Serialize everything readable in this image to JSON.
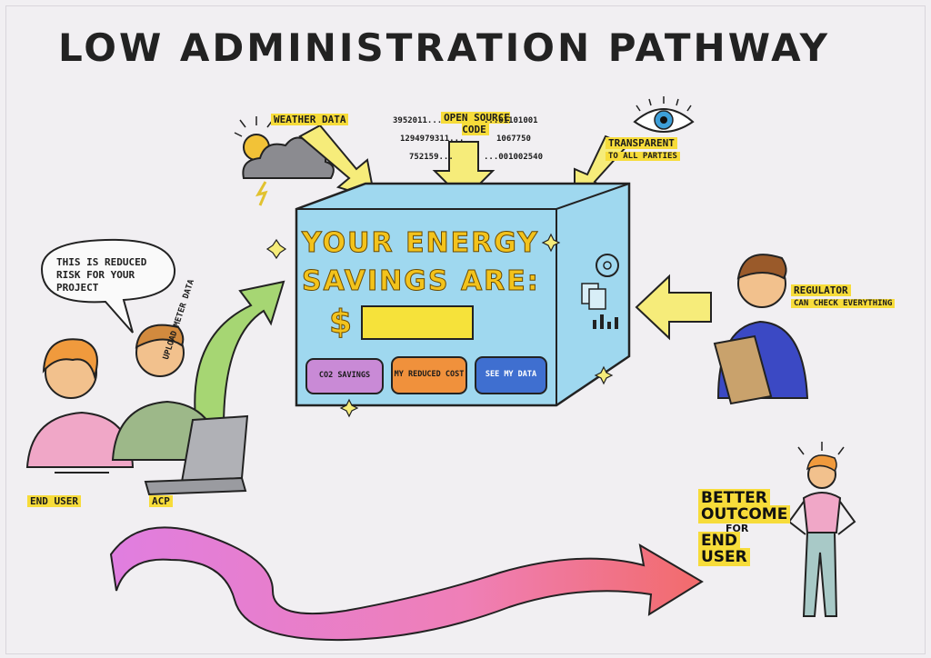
{
  "title": "LOW ADMINISTRATION PATHWAY",
  "inputs": {
    "weather": "WEATHER DATA",
    "open_source": "OPEN SOURCE CODE",
    "transparent_main": "TRANSPARENT",
    "transparent_sub": "TO ALL PARTIES"
  },
  "box": {
    "headline_1": "YOUR ENERGY",
    "headline_2": "SAVINGS ARE:",
    "currency": "$",
    "buttons": {
      "co2": "CO2 SAVINGS",
      "cost": "MY REDUCED COST",
      "data": "SEE MY DATA"
    }
  },
  "arrow_upload": "UPLOAD METER DATA",
  "speech_bubble": "THIS IS REDUCED RISK FOR YOUR PROJECT",
  "people": {
    "end_user": "END USER",
    "acp": "ACP",
    "regulator_main": "REGULATOR",
    "regulator_sub": "CAN CHECK EVERYTHING"
  },
  "outcome": {
    "line1": "BETTER",
    "line2": "OUTCOME",
    "line3": "FOR",
    "line4": "END",
    "line5": "USER"
  },
  "code_snippets": [
    "3952011...",
    "...01101001",
    "1294979311...",
    "1067750",
    "752159...",
    "...001002540"
  ],
  "colors": {
    "highlight": "#f7dc3a",
    "box": "#9fd8ef",
    "co2_button": "#c98ad6",
    "cost_button": "#f0913c",
    "data_button": "#3f6fd0",
    "green_arrow": "#a6d673",
    "yellow_arrow": "#f6ec7a",
    "pink_arrow_start": "#e07ee0",
    "pink_arrow_end": "#f26b6b"
  }
}
